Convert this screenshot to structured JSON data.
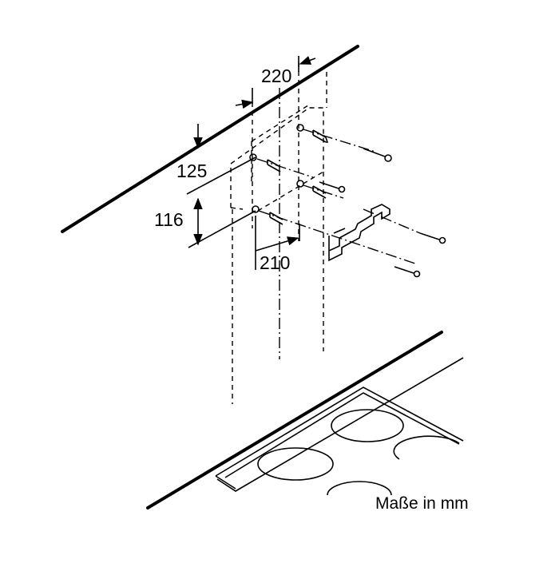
{
  "dimensions": {
    "width_top": "220",
    "depth_top": "125",
    "height_gap": "116",
    "width_bottom": "210"
  },
  "caption": "Maße in mm"
}
